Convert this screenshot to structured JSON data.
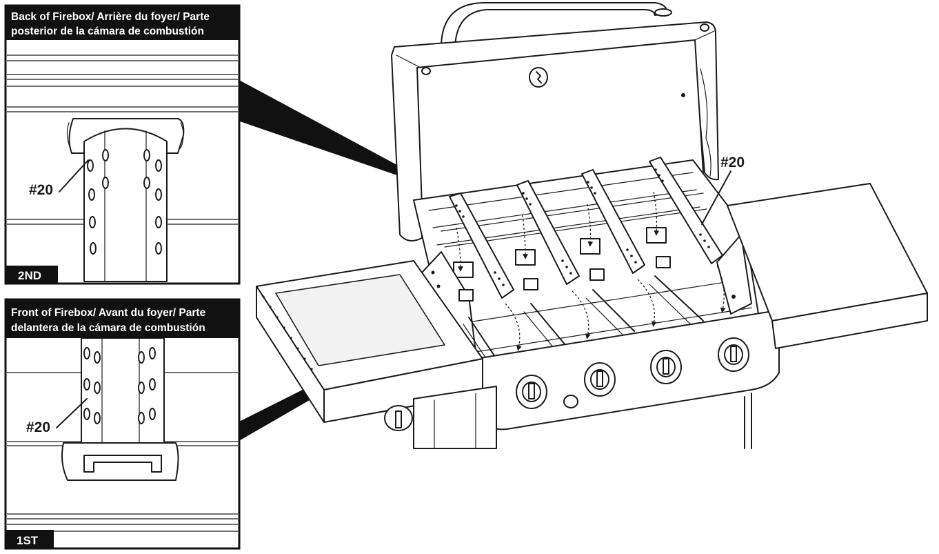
{
  "inset_back": {
    "header_line1": "Back of Firebox/ Arrière du foyer/ Parte",
    "header_line2": "posterior de la cámara de combustión",
    "part_label": "#20",
    "step_label": "2ND"
  },
  "inset_front": {
    "header_line1": "Front of Firebox/ Avant du foyer/ Parte",
    "header_line2": "delantera de la cámara de combustión",
    "part_label": "#20",
    "step_label": "1ST"
  },
  "main_view": {
    "part_label": "#20"
  },
  "colors": {
    "ink": "#1a1a1a",
    "paper": "#ffffff"
  }
}
